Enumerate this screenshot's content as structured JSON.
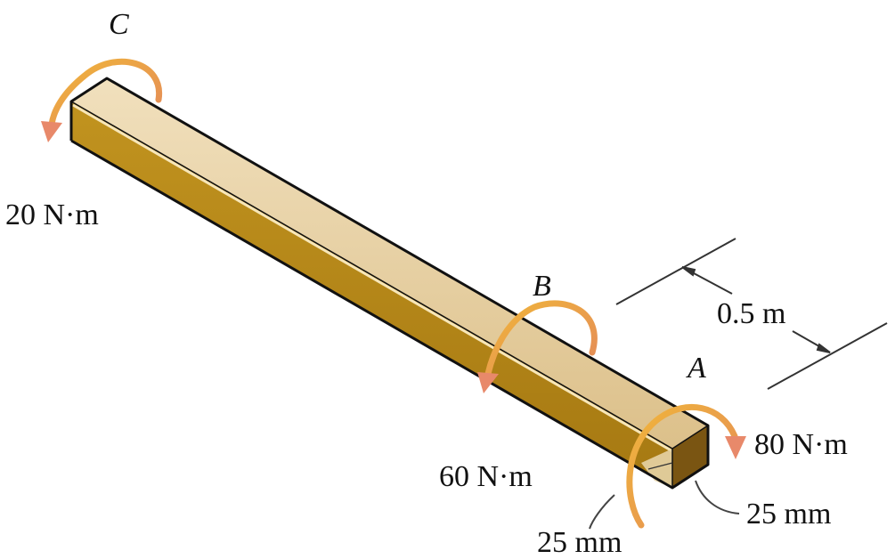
{
  "diagram": {
    "type": "torsion-shaft",
    "points": {
      "A": {
        "label": "A",
        "torque": "80 N·m"
      },
      "B": {
        "label": "B",
        "torque": "60 N·m"
      },
      "C": {
        "label": "C",
        "torque": "20 N·m"
      }
    },
    "dimensions": {
      "segment_length": "0.5 m",
      "cross_section_width": "25 mm",
      "cross_section_height": "25 mm"
    },
    "colors": {
      "beam_top": "#e8cf9a",
      "beam_side": "#b58a1e",
      "beam_end": "#7a5512",
      "torque_arrow": "#e9a93a",
      "torque_arrow_head": "#e8896a",
      "outline": "#111111"
    }
  }
}
